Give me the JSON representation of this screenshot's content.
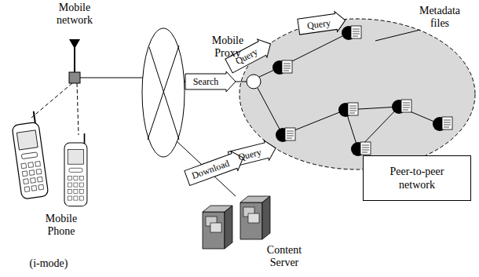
{
  "diagram": {
    "nodes": [
      {
        "text": [
          "Peer-to-peer network"
        ]
      }
    ],
    "labels": [
      "Mobile network",
      "Mobile Proxy",
      "Search",
      "Query",
      "Query",
      "Query",
      "Metadata files",
      "Download",
      "Mobile Phone",
      "(i-mode)",
      "Content Server"
    ]
  }
}
